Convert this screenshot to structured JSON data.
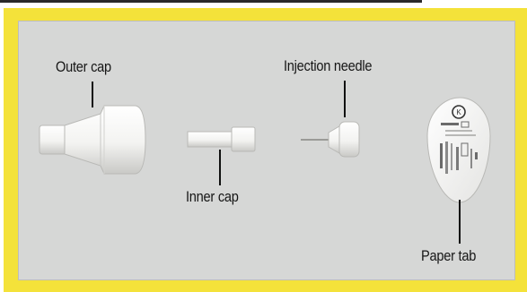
{
  "labels": {
    "outer_cap": "Outer cap",
    "inner_cap": "Inner cap",
    "injection_needle": "Injection needle",
    "paper_tab": "Paper tab"
  },
  "colors": {
    "frame": "#f4e23a",
    "panel": "#d6d7d6",
    "part_fill": "#f7f7f5",
    "leader_line": "#111111"
  }
}
